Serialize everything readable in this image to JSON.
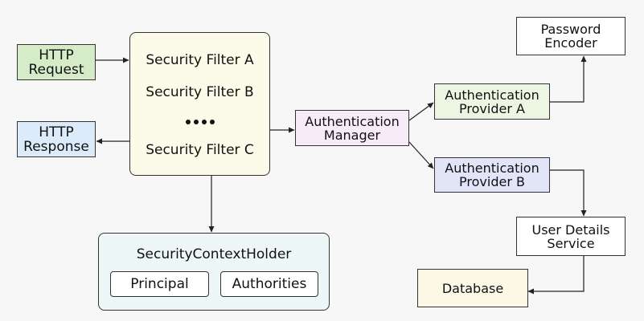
{
  "diagram": {
    "http_request": [
      "HTTP",
      "Request"
    ],
    "http_response": [
      "HTTP",
      "Response"
    ],
    "filter_chain": {
      "filter_a": "Security Filter A",
      "filter_b": "Security Filter B",
      "filter_c": "Security Filter C"
    },
    "authentication_manager": [
      "Authentication",
      "Manager"
    ],
    "provider_a": [
      "Authentication",
      "Provider A"
    ],
    "provider_b": [
      "Authentication",
      "Provider B"
    ],
    "password_encoder": [
      "Password",
      "Encoder"
    ],
    "user_details_service": [
      "User Details",
      "Service"
    ],
    "database": "Database",
    "security_context_holder": {
      "title": "SecurityContextHolder",
      "principal": "Principal",
      "authorities": "Authorities"
    }
  },
  "colors": {
    "request_fill": "#d6ecc8",
    "response_fill": "#dcebf9",
    "filter_chain_fill": "#fcfbea",
    "manager_fill": "#f7ebf7",
    "provider_a_fill": "#ecf6e3",
    "provider_b_fill": "#e2e5f7",
    "database_fill": "#fbf8e6",
    "holder_fill": "#eef7f7",
    "line": "#222222"
  }
}
